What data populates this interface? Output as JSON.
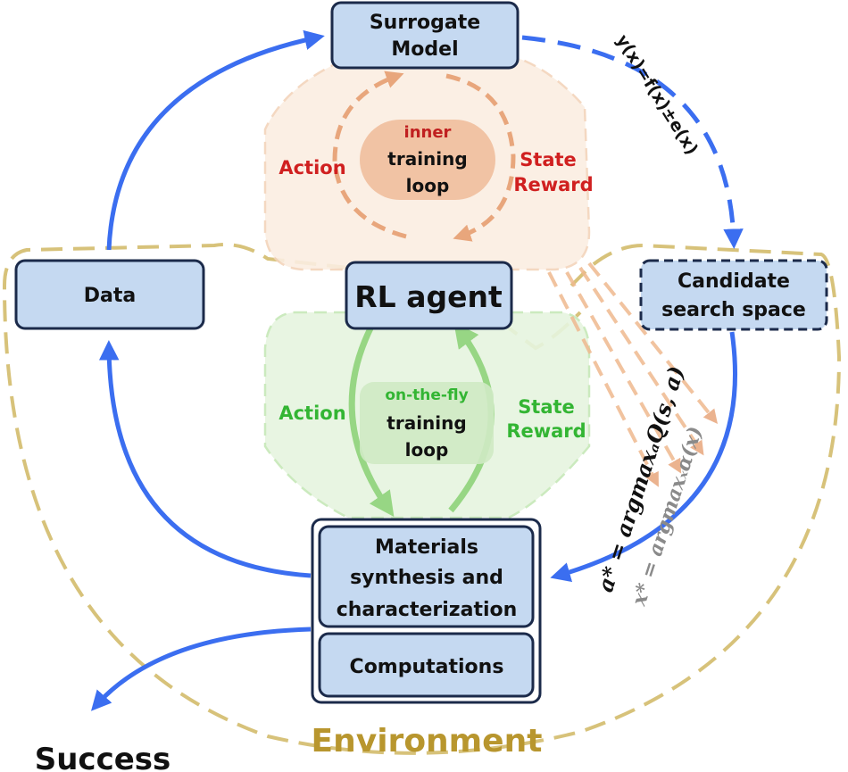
{
  "colors": {
    "box_fill": "#c5d9f1",
    "box_stroke": "#1b2a4a",
    "blue_arrow": "#3b6ef0",
    "orange_loop": "#e8a67c",
    "orange_fill": "#fbeee2",
    "green_loop": "#8fd37a",
    "green_fill": "#e6f5df",
    "environment": "#d7c27a",
    "red_label": "#d02020",
    "green_label": "#33b533",
    "environment_label": "#b8962e"
  },
  "nodes": {
    "surrogate_model": {
      "line1": "Surrogate",
      "line2": "Model"
    },
    "data": {
      "label": "Data"
    },
    "rl_agent": {
      "label": "RL agent"
    },
    "candidate": {
      "line1": "Candidate",
      "line2": "search space"
    },
    "materials": {
      "line1": "Materials",
      "line2": "synthesis and",
      "line3": "characterization"
    },
    "computations": {
      "label": "Computations"
    }
  },
  "inner_loop": {
    "line1": "inner",
    "line2": "training",
    "line3": "loop",
    "action": "Action",
    "state": "State",
    "reward": "Reward"
  },
  "fly_loop": {
    "line1": "on-the-fly",
    "line2": "training",
    "line3": "loop",
    "action": "Action",
    "state": "State",
    "reward": "Reward"
  },
  "equations": {
    "surrogate": "y(x)=f(x)±e(x)",
    "policy": "a* = argmaxₐQ(s, a)",
    "acquisition": "x* = argmaxₓα(x)"
  },
  "labels": {
    "environment": "Environment",
    "success": "Success"
  }
}
